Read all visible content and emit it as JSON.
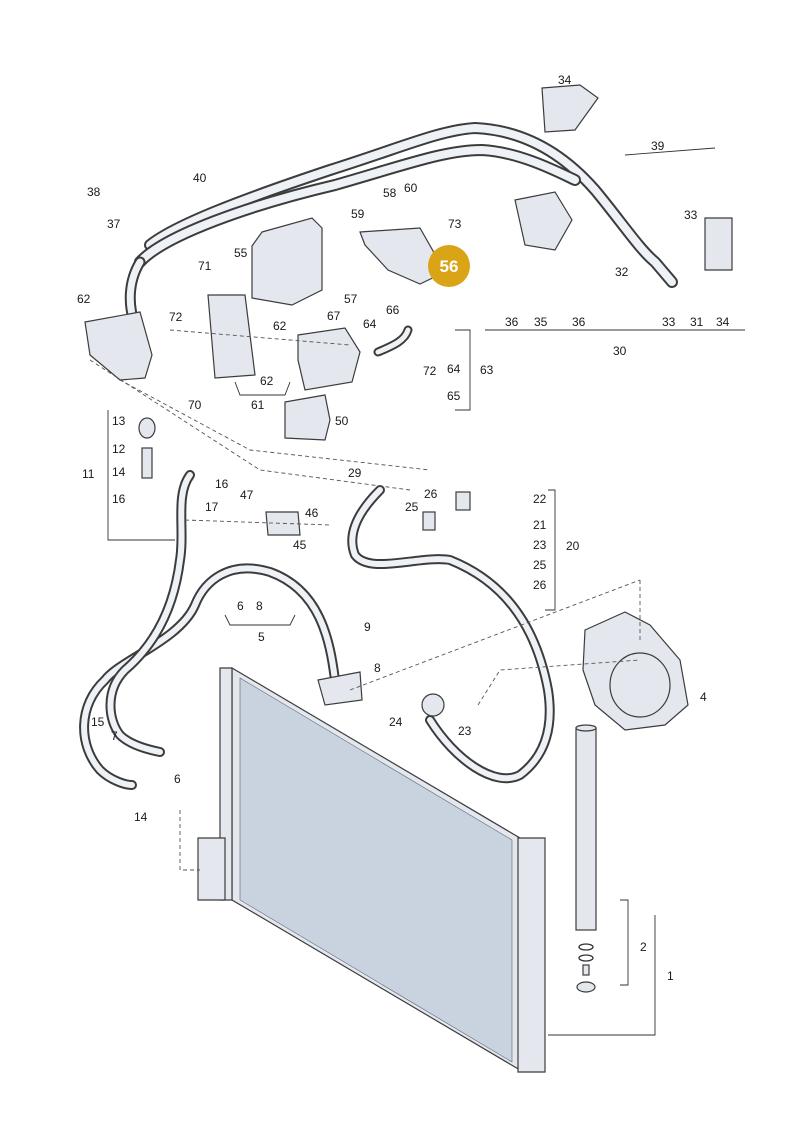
{
  "diagram": {
    "highlight": {
      "label": "56",
      "color": "#d9a416"
    },
    "labels": [
      "1",
      "2",
      "4",
      "5",
      "6",
      "6",
      "7",
      "8",
      "8",
      "9",
      "11",
      "12",
      "13",
      "14",
      "14",
      "15",
      "16",
      "16",
      "17",
      "20",
      "21",
      "22",
      "23",
      "23",
      "24",
      "25",
      "25",
      "26",
      "26",
      "29",
      "30",
      "31",
      "32",
      "33",
      "33",
      "34",
      "34",
      "35",
      "36",
      "36",
      "37",
      "38",
      "39",
      "40",
      "45",
      "46",
      "47",
      "50",
      "55",
      "57",
      "58",
      "59",
      "60",
      "61",
      "62",
      "62",
      "62",
      "63",
      "64",
      "64",
      "65",
      "66",
      "67",
      "70",
      "71",
      "72",
      "72",
      "73"
    ]
  }
}
